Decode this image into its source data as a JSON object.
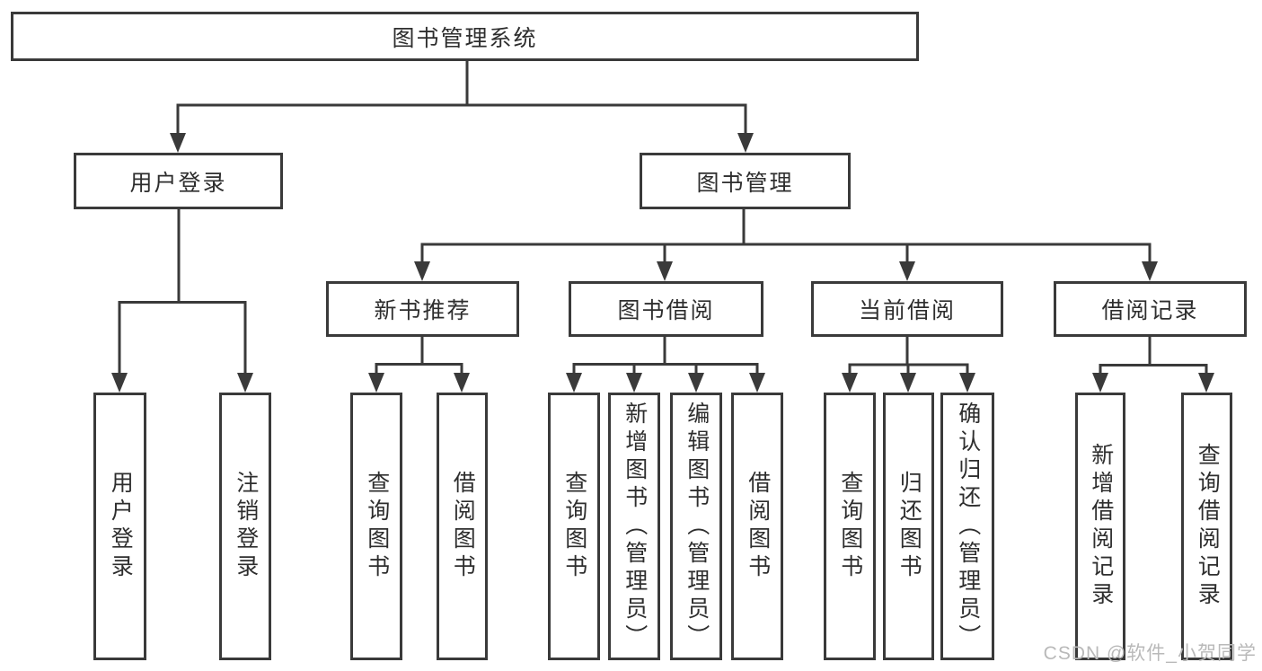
{
  "diagram": {
    "root": "图书管理系统",
    "level2": [
      "用户登录",
      "图书管理"
    ],
    "level3": [
      "新书推荐",
      "图书借阅",
      "当前借阅",
      "借阅记录"
    ],
    "leaves": {
      "user_login": [
        "用户登录",
        "注销登录"
      ],
      "new_book_recommend": [
        "查询图书",
        "借阅图书"
      ],
      "book_borrow": [
        "查询图书",
        "新增图书（管理员）",
        "编辑图书（管理员）",
        "借阅图书"
      ],
      "current_borrow": [
        "查询图书",
        "归还图书",
        "确认归还（管理员）"
      ],
      "borrow_record": [
        "新增借阅记录",
        "查询借阅记录"
      ]
    },
    "colors": {
      "line": "#3a3a3a",
      "text": "#2e2e2e",
      "watermark": "#b9b9b9",
      "background": "#ffffff"
    }
  },
  "watermark": "CSDN @软件_小贺同学"
}
